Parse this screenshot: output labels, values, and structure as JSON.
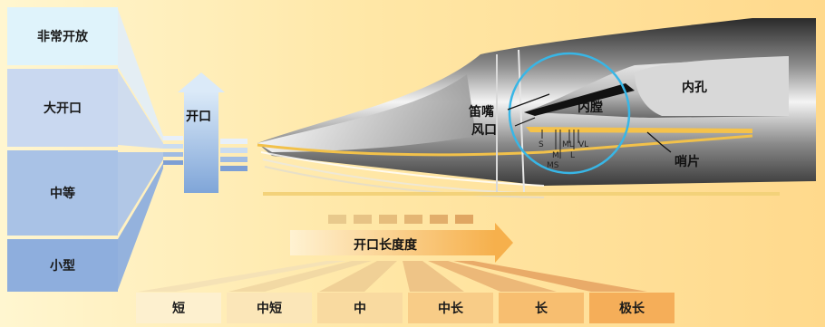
{
  "tip_opening_levels": [
    "非常开放",
    "大开口",
    "中等",
    "小型"
  ],
  "opening_arrow_label": "开口",
  "facing_length_label": "开口长度度",
  "facing_length_levels": [
    "短",
    "中短",
    "中",
    "中长",
    "长",
    "极长"
  ],
  "mouthpiece_labels": {
    "bore": "内孔",
    "chamber": "内膛",
    "baffle": "笛嘴",
    "tip_opening": "风口",
    "reed": "哨片"
  },
  "facing_marks": [
    "S",
    "M",
    "MS",
    "ML",
    "L",
    "VL"
  ],
  "colors": {
    "tip_very_open": "#dff3fb",
    "tip_large": "#c9d8f0",
    "tip_medium": "#a9c2e6",
    "tip_small": "#8eaedd",
    "reed": "#f5c24a",
    "circle": "#38b6e6"
  }
}
